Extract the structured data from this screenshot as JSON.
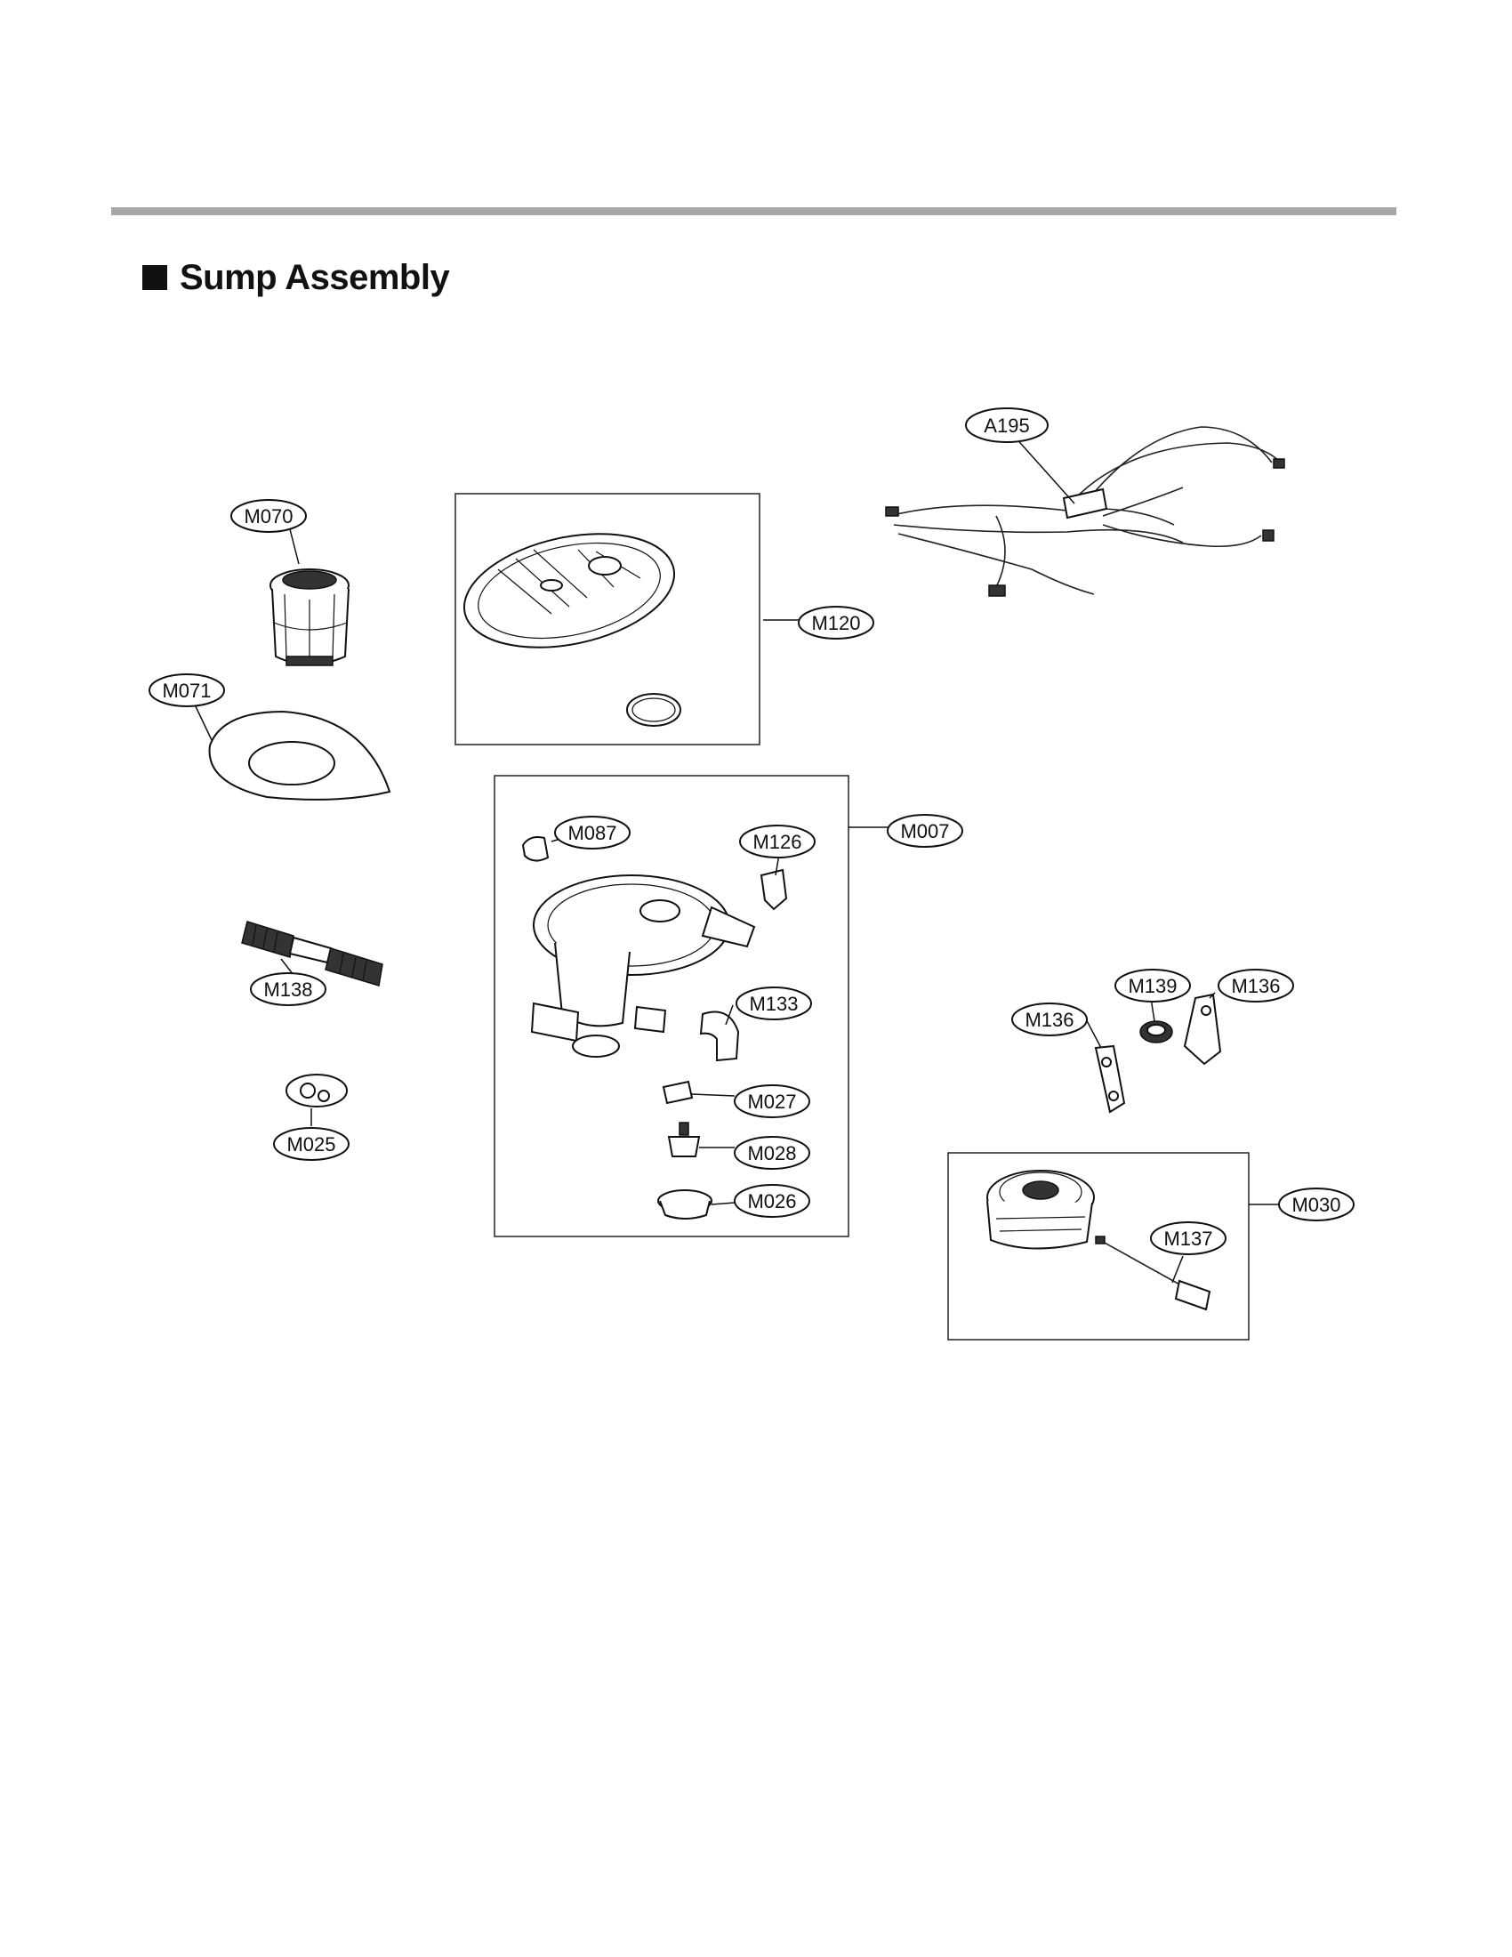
{
  "section": {
    "title": "Sump Assembly"
  },
  "callouts": {
    "A195": "A195",
    "M070": "M070",
    "M120": "M120",
    "M071": "M071",
    "M087": "M087",
    "M126": "M126",
    "M007": "M007",
    "M138": "M138",
    "M133": "M133",
    "M139": "M139",
    "M136_right": "M136",
    "M136_left": "M136",
    "M027": "M027",
    "M025": "M025",
    "M028": "M028",
    "M026": "M026",
    "M030": "M030",
    "M137": "M137"
  },
  "colors": {
    "rule": "#a6a6a6",
    "ink": "#111111"
  }
}
